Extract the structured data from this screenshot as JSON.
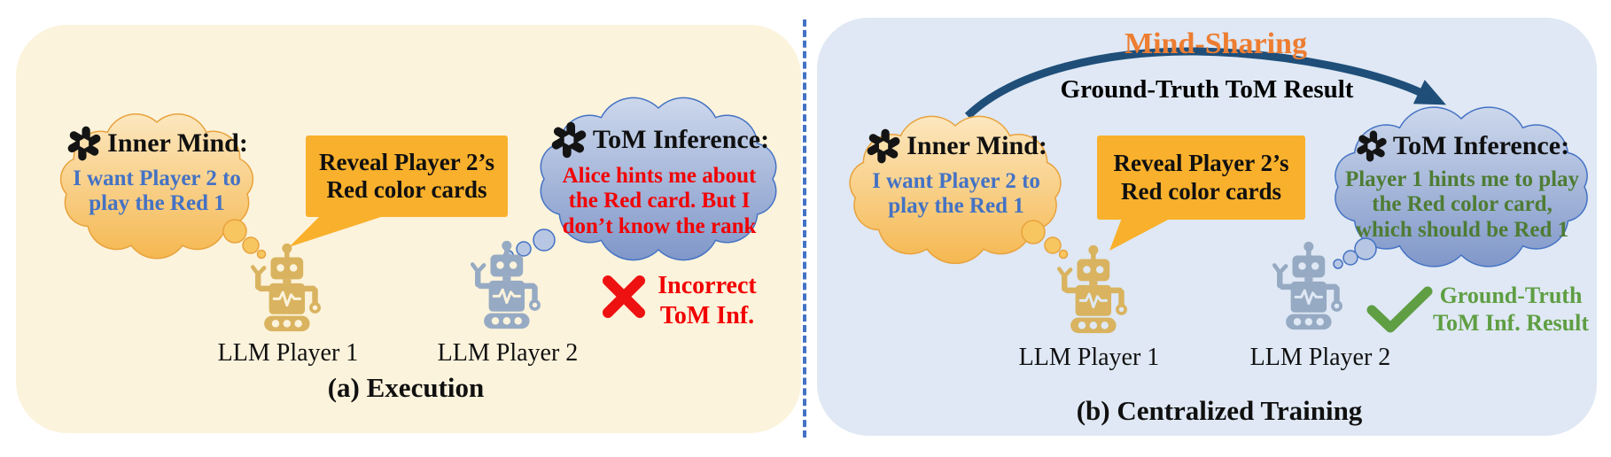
{
  "figure": {
    "type": "two-panel research diagram",
    "colors": {
      "panel_a_bg": "#FCF3DC",
      "panel_b_bg": "#DFE8F4",
      "divider_blue": "#4472C4",
      "yellow_cloud_top": "#FCE7BF",
      "yellow_cloud_bottom": "#F5B851",
      "blue_cloud_top": "#CDD8EC",
      "blue_cloud_bottom": "#8097C9",
      "speech_bubble_orange": "#F9B02C",
      "robot_gold": "#D9B35F",
      "robot_blue_gray": "#96AAC3",
      "arrow_navy": "#1F4E79",
      "mind_sharing_orange": "#ED7D31",
      "inner_mind_text_blue": "#4472C4",
      "incorrect_red": "#F20000",
      "tom_green_dark": "#4E7C34",
      "result_green": "#5F9E43"
    }
  },
  "panels": {
    "a": {
      "caption": "(a) Execution",
      "inner_mind": {
        "title": "Inner Mind:",
        "body": "I want Player 2 to\nplay the Red 1"
      },
      "speech": "Reveal Player 2’s\nRed color cards",
      "tom": {
        "title": "ToM Inference:",
        "body": "Alice hints me about\nthe Red card. But I\ndon’t know the rank"
      },
      "verdict": "Incorrect\nToM Inf.",
      "player1": "LLM Player 1",
      "player2": "LLM Player 2"
    },
    "b": {
      "caption": "(b) Centralized Training",
      "header": "Mind-Sharing",
      "arrow_label": "Ground-Truth ToM Result",
      "inner_mind": {
        "title": "Inner Mind:",
        "body": "I want Player 2 to\nplay the Red 1"
      },
      "speech": "Reveal Player 2’s\nRed color cards",
      "tom": {
        "title": "ToM Inference:",
        "body": "Player 1 hints me to play\nthe Red color card,\nwhich should be Red 1"
      },
      "verdict": "Ground-Truth\nToM Inf. Result",
      "player1": "LLM Player 1",
      "player2": "LLM Player 2"
    }
  }
}
